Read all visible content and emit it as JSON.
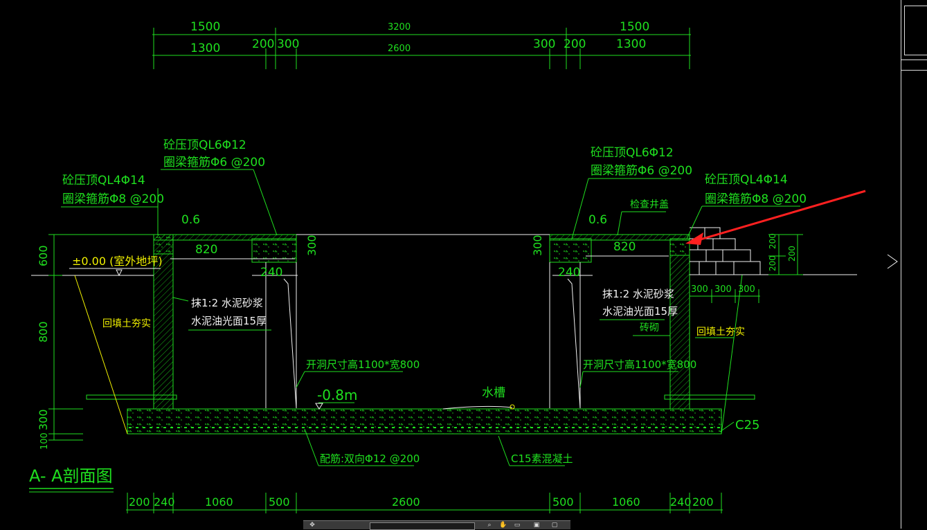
{
  "drawing": {
    "title": "A- A剖面图",
    "colors": {
      "green": "#1fe01f",
      "white": "#f2f2f2",
      "yellow": "#f2f200",
      "red": "#ff2020",
      "background": "#000000"
    },
    "top_dims_row1": [
      "1500",
      "3200",
      "1500"
    ],
    "top_dims_row2": [
      "1300",
      "200",
      "300",
      "2600",
      "300",
      "200",
      "1300"
    ],
    "bottom_dims": [
      "200",
      "240",
      "1060",
      "500",
      "2600",
      "500",
      "1060",
      "240",
      "200"
    ],
    "left_dims": [
      "600",
      "800",
      "300",
      "100"
    ],
    "right_dims": [
      "200",
      "200",
      "200"
    ],
    "right_small_dims": [
      "300",
      "300",
      "300"
    ],
    "labels": {
      "ql6_left_1": "砼压顶QL6Φ12",
      "ql6_left_2": "圈梁箍筋Φ6 @200",
      "ql4_left_1": "砼压顶QL4Φ14",
      "ql4_left_2": "圈梁箍筋Φ8 @200",
      "ql6_right_1": "砼压顶QL6Φ12",
      "ql6_right_2": "圈梁箍筋Φ6 @200",
      "ql4_right_1": "砼压顶QL4Φ14",
      "ql4_right_2": "圈梁箍筋Φ8 @200",
      "manhole_cover": "检查井盖",
      "slope_left": "0.6",
      "slope_right": "0.6",
      "span_left": "820",
      "span_right": "820",
      "beam_h_left": "300",
      "beam_h_right": "300",
      "beam_w_left": "240",
      "beam_w_right": "240",
      "ground": "±0.00 (室外地坪)",
      "plaster_left_1": "抹1:2 水泥砂浆",
      "plaster_left_2": "水泥油光面15厚",
      "plaster_right_1": "抹1:2 水泥砂浆",
      "plaster_right_2": "水泥油光面15厚",
      "brick": "砖砌",
      "backfill_left": "回填土夯实",
      "backfill_right": "回填土夯实",
      "opening_left": "开洞尺寸高1100*宽800",
      "opening_right": "开洞尺寸高1100*宽800",
      "level": "-0.8m",
      "trough": "水槽",
      "c25": "C25",
      "rebar": "配筋:双向Φ12 @200",
      "c15": "C15素混凝土"
    }
  }
}
